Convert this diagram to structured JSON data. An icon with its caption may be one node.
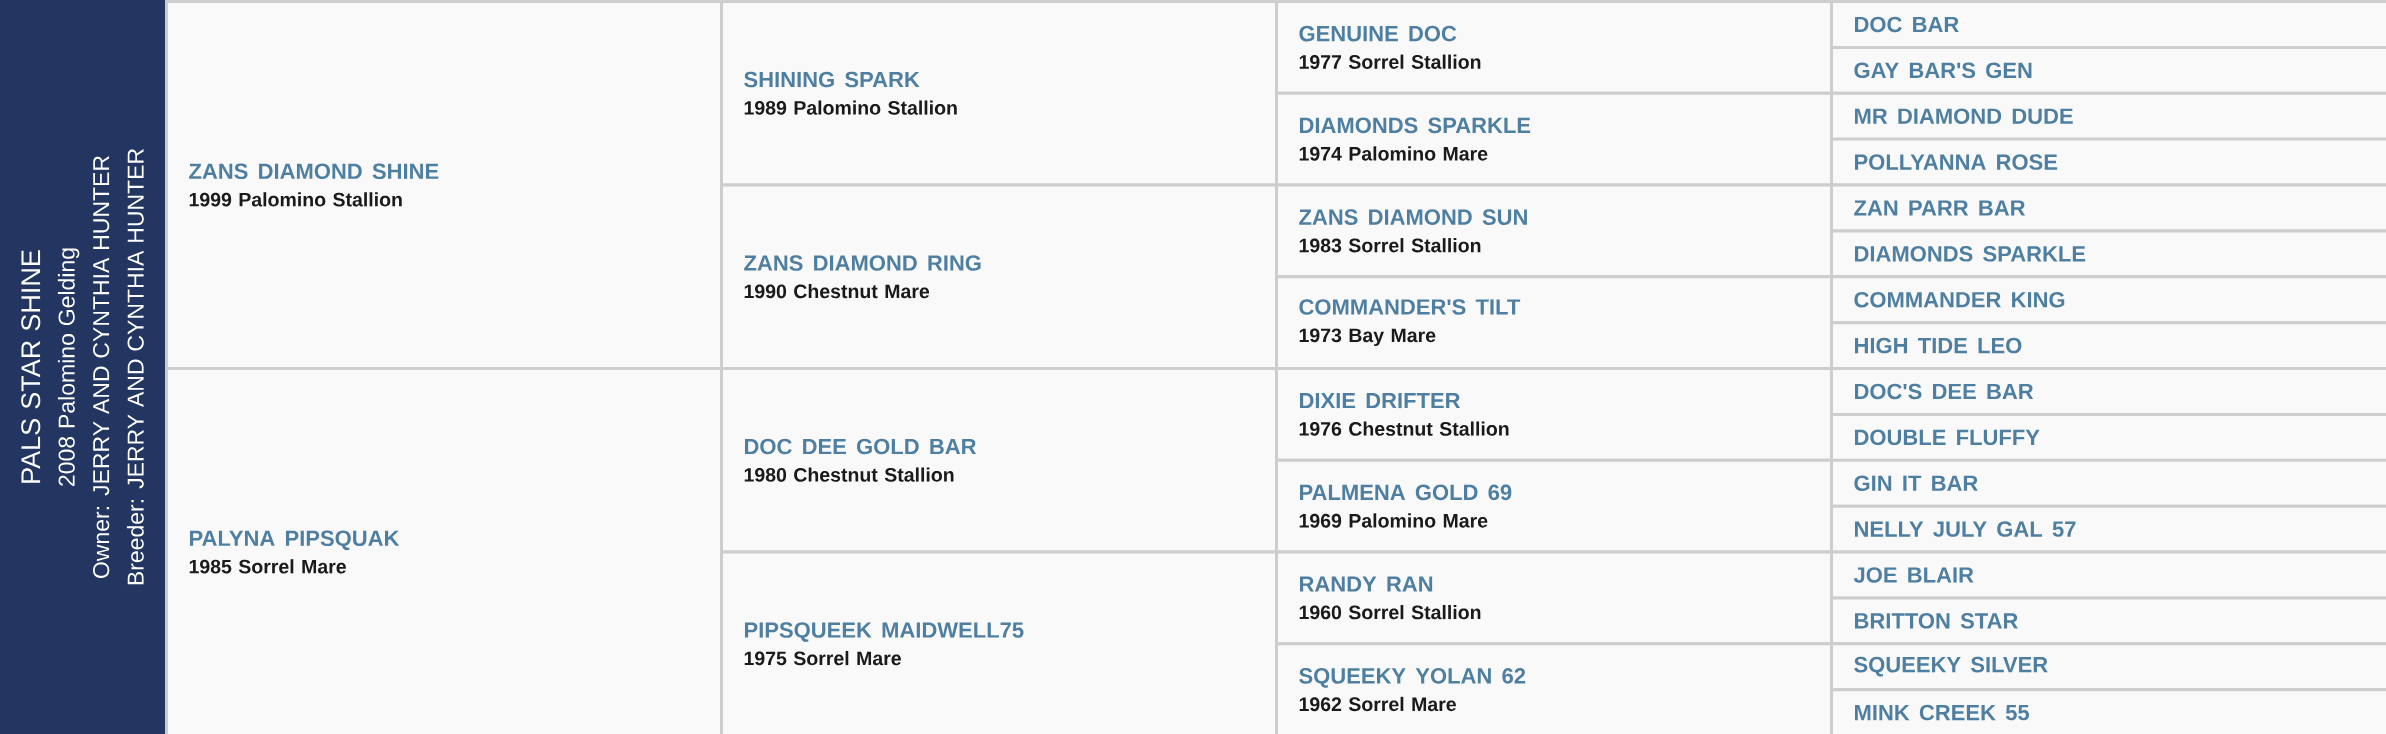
{
  "diagram": {
    "nodes": [
      {
        "text": [
          "PALS STAR SHINE",
          "2008 Palomino Gelding",
          "Owner: JERRY AND CYNTHIA HUNTER",
          "Breeder: JERRY AND CYNTHIA HUNTER"
        ]
      },
      {
        "text": [
          "ZANS DIAMOND SHINE",
          "1999 Palomino Stallion"
        ]
      },
      {
        "text": [
          "SHINING SPARK",
          "1989 Palomino Stallion"
        ]
      },
      {
        "text": [
          "GENUINE DOC",
          "1977 Sorrel Stallion"
        ]
      },
      {
        "text": [
          "DOC BAR"
        ]
      },
      {
        "text": [
          "GAY BAR'S GEN"
        ]
      },
      {
        "text": [
          "DIAMONDS SPARKLE",
          "1974 Palomino Mare"
        ]
      },
      {
        "text": [
          "MR DIAMOND DUDE"
        ]
      },
      {
        "text": [
          "POLLYANNA ROSE"
        ]
      },
      {
        "text": [
          "ZANS DIAMOND RING",
          "1990 Chestnut Mare"
        ]
      },
      {
        "text": [
          "ZANS DIAMOND SUN",
          "1983 Sorrel Stallion"
        ]
      },
      {
        "text": [
          "ZAN PARR BAR"
        ]
      },
      {
        "text": [
          "DIAMONDS SPARKLE"
        ]
      },
      {
        "text": [
          "COMMANDER'S TILT",
          "1973 Bay Mare"
        ]
      },
      {
        "text": [
          "COMMANDER KING"
        ]
      },
      {
        "text": [
          "HIGH TIDE LEO"
        ]
      },
      {
        "text": [
          "PALYNA PIPSQUAK",
          "1985 Sorrel Mare"
        ]
      },
      {
        "text": [
          "DOC DEE GOLD BAR",
          "1980 Chestnut Stallion"
        ]
      },
      {
        "text": [
          "DIXIE DRIFTER",
          "1976 Chestnut Stallion"
        ]
      },
      {
        "text": [
          "DOC'S DEE BAR"
        ]
      },
      {
        "text": [
          "DOUBLE FLUFFY"
        ]
      },
      {
        "text": [
          "PALMENA GOLD 69",
          "1969 Palomino Mare"
        ]
      },
      {
        "text": [
          "GIN IT BAR"
        ]
      },
      {
        "text": [
          "NELLY JULY GAL 57"
        ]
      },
      {
        "text": [
          "PIPSQUEEK MAIDWELL75",
          "1975 Sorrel Mare"
        ]
      },
      {
        "text": [
          "RANDY RAN",
          "1960 Sorrel Stallion"
        ]
      },
      {
        "text": [
          "JOE BLAIR"
        ]
      },
      {
        "text": [
          "BRITTON STAR"
        ]
      },
      {
        "text": [
          "SQUEEKY YOLAN 62",
          "1962 Sorrel Mare"
        ]
      },
      {
        "text": [
          "SQUEEKY SILVER"
        ]
      },
      {
        "text": [
          "MINK CREEK 55"
        ]
      }
    ]
  }
}
